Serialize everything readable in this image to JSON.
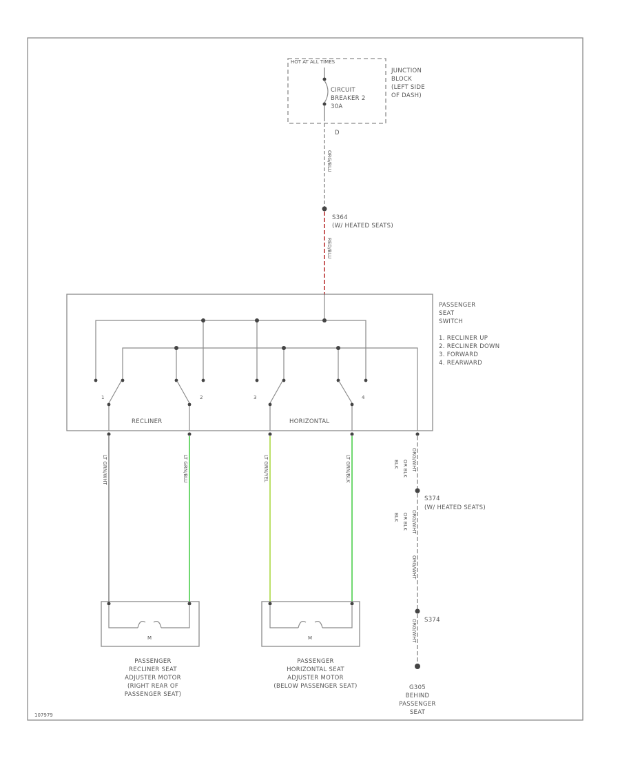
{
  "junction_block": {
    "header": "HOT AT ALL TIMES",
    "label": [
      "JUNCTION",
      "BLOCK",
      "(LEFT SIDE",
      "OF DASH)"
    ],
    "breaker": [
      "CIRCUIT",
      "BREAKER 2",
      "30A"
    ],
    "pin": "D"
  },
  "wire_top": {
    "color_code": "ORG/BLU"
  },
  "splice_top": {
    "id": "S364",
    "note": "(W/ HEATED SEATS)"
  },
  "wire_red": {
    "color_code": "RED/BLU"
  },
  "switch": {
    "label": [
      "PASSENGER",
      "SEAT",
      "SWITCH"
    ],
    "legend": [
      "1. RECLINER UP",
      "2. RECLINER DOWN",
      "3. FORWARD",
      "4. REARWARD"
    ],
    "section_recliner": "RECLINER",
    "section_horizontal": "HORIZONTAL",
    "contact_labels": [
      "1",
      "2",
      "3",
      "4"
    ]
  },
  "wires": [
    {
      "code": "LT GRN/WHT",
      "color": "#9a9a9a"
    },
    {
      "code": "LT GRN/BLU",
      "color": "#5fd35f"
    },
    {
      "code": "LT GRN/YEL",
      "color": "#b4dc58"
    },
    {
      "code": "LT GRN/BLK",
      "color": "#5fd35f"
    }
  ],
  "ground_path": {
    "code_upper": [
      "BLK",
      "OR BLK",
      "ORG/WHT"
    ],
    "splice_mid": "S374",
    "note_mid": "(W/ HEATED SEATS)",
    "code_lower": [
      "BLK",
      "OR BLK",
      "ORG/WHT"
    ],
    "dash_code": "ORG/WHT",
    "splice_low": "S374",
    "ground_code": "ORG/WHT",
    "ground_label": [
      "G305",
      "BEHIND",
      "PASSENGER",
      "SEAT"
    ]
  },
  "motors": [
    {
      "label": [
        "PASSENGER",
        "RECLINER SEAT",
        "ADJUSTER MOTOR",
        "(RIGHT REAR OF",
        "PASSENGER SEAT)"
      ],
      "symbol": "M"
    },
    {
      "label": [
        "PASSENGER",
        "HORIZONTAL SEAT",
        "ADJUSTER MOTOR",
        "(BELOW PASSENGER SEAT)"
      ],
      "symbol": "M"
    }
  ],
  "footer_code": "107979",
  "colors": {
    "line": "#8a8a8a",
    "green": "#5fd35f",
    "yellow_green": "#b4dc58",
    "red": "#c24a4a"
  }
}
